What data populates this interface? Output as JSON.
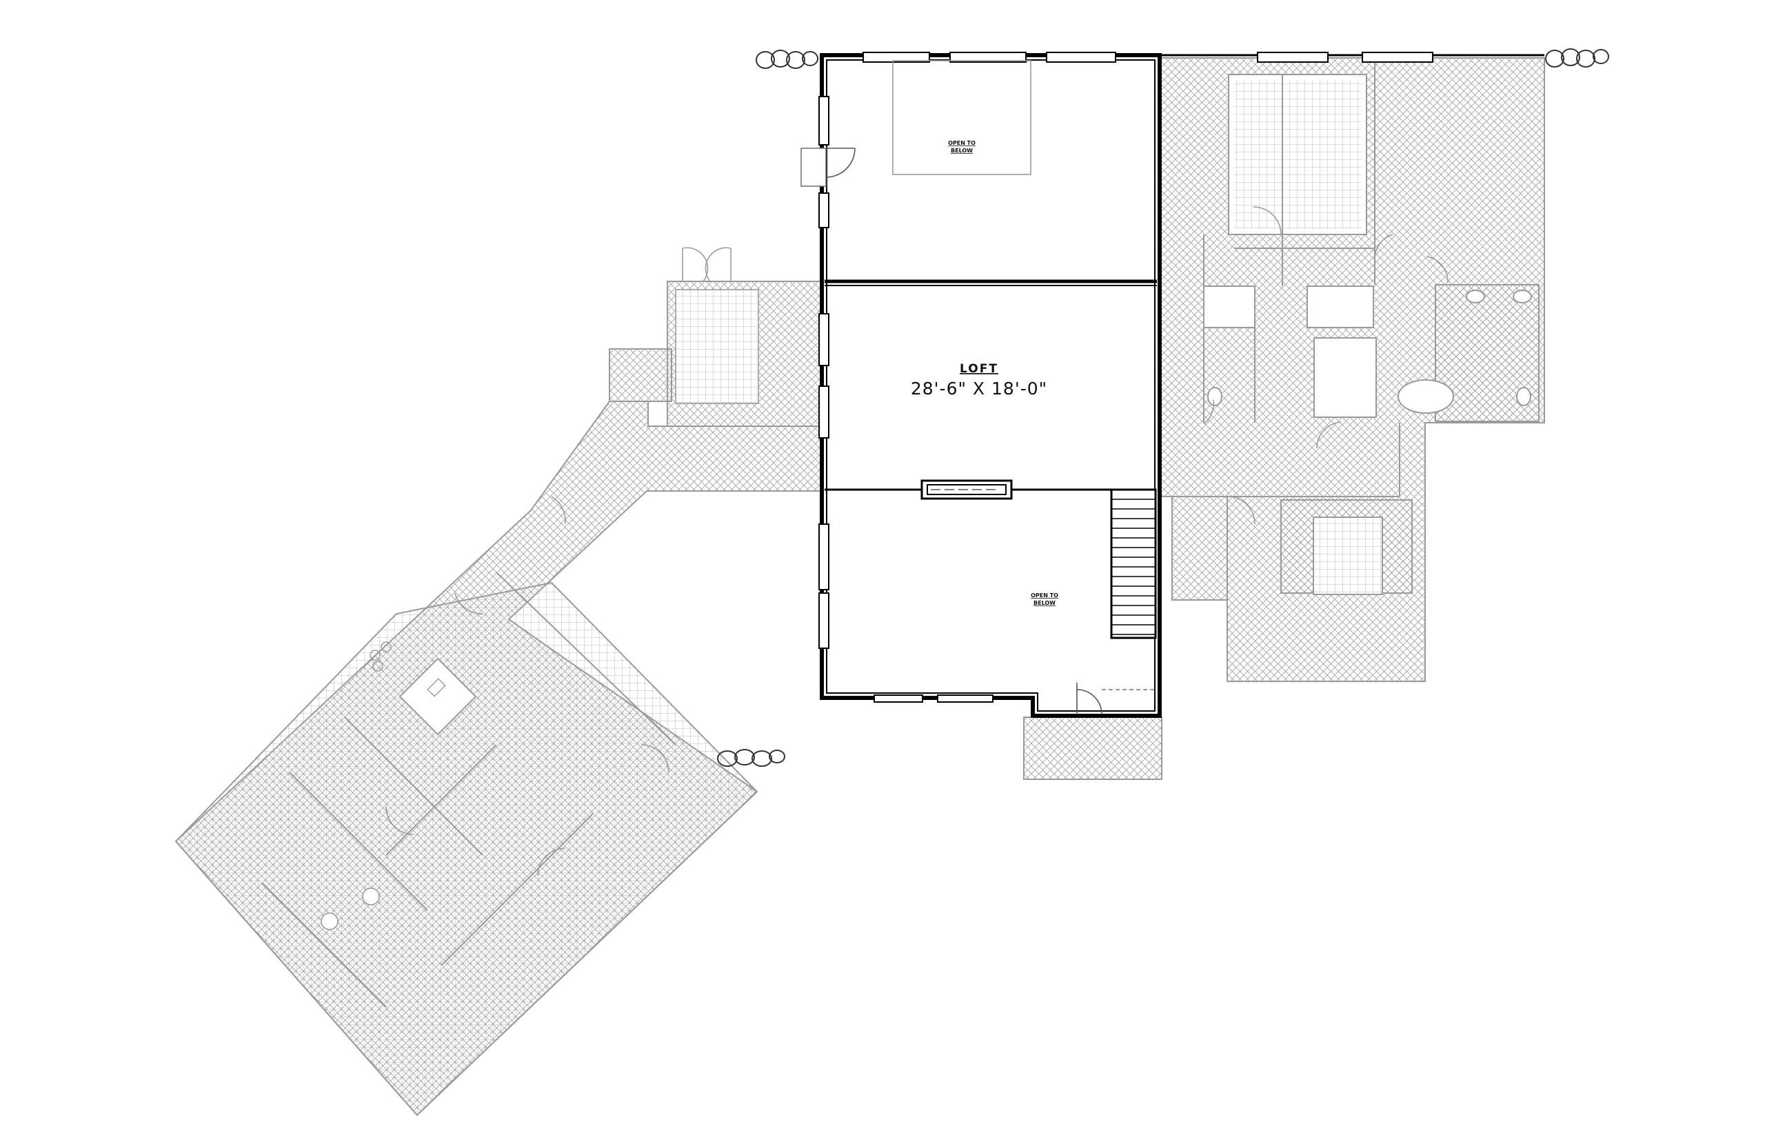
{
  "plan": {
    "loft": {
      "name": "LOFT",
      "dimensions": "28'-6\" X 18'-0\""
    },
    "notes": [
      {
        "line1": "OPEN TO",
        "line2": "BELOW"
      },
      {
        "line1": "OPEN TO",
        "line2": "BELOW"
      }
    ]
  },
  "colors": {
    "wall": "#000000",
    "hatch": "#9a9a9a",
    "faded_line": "#a8a8a8",
    "background": "#ffffff"
  }
}
